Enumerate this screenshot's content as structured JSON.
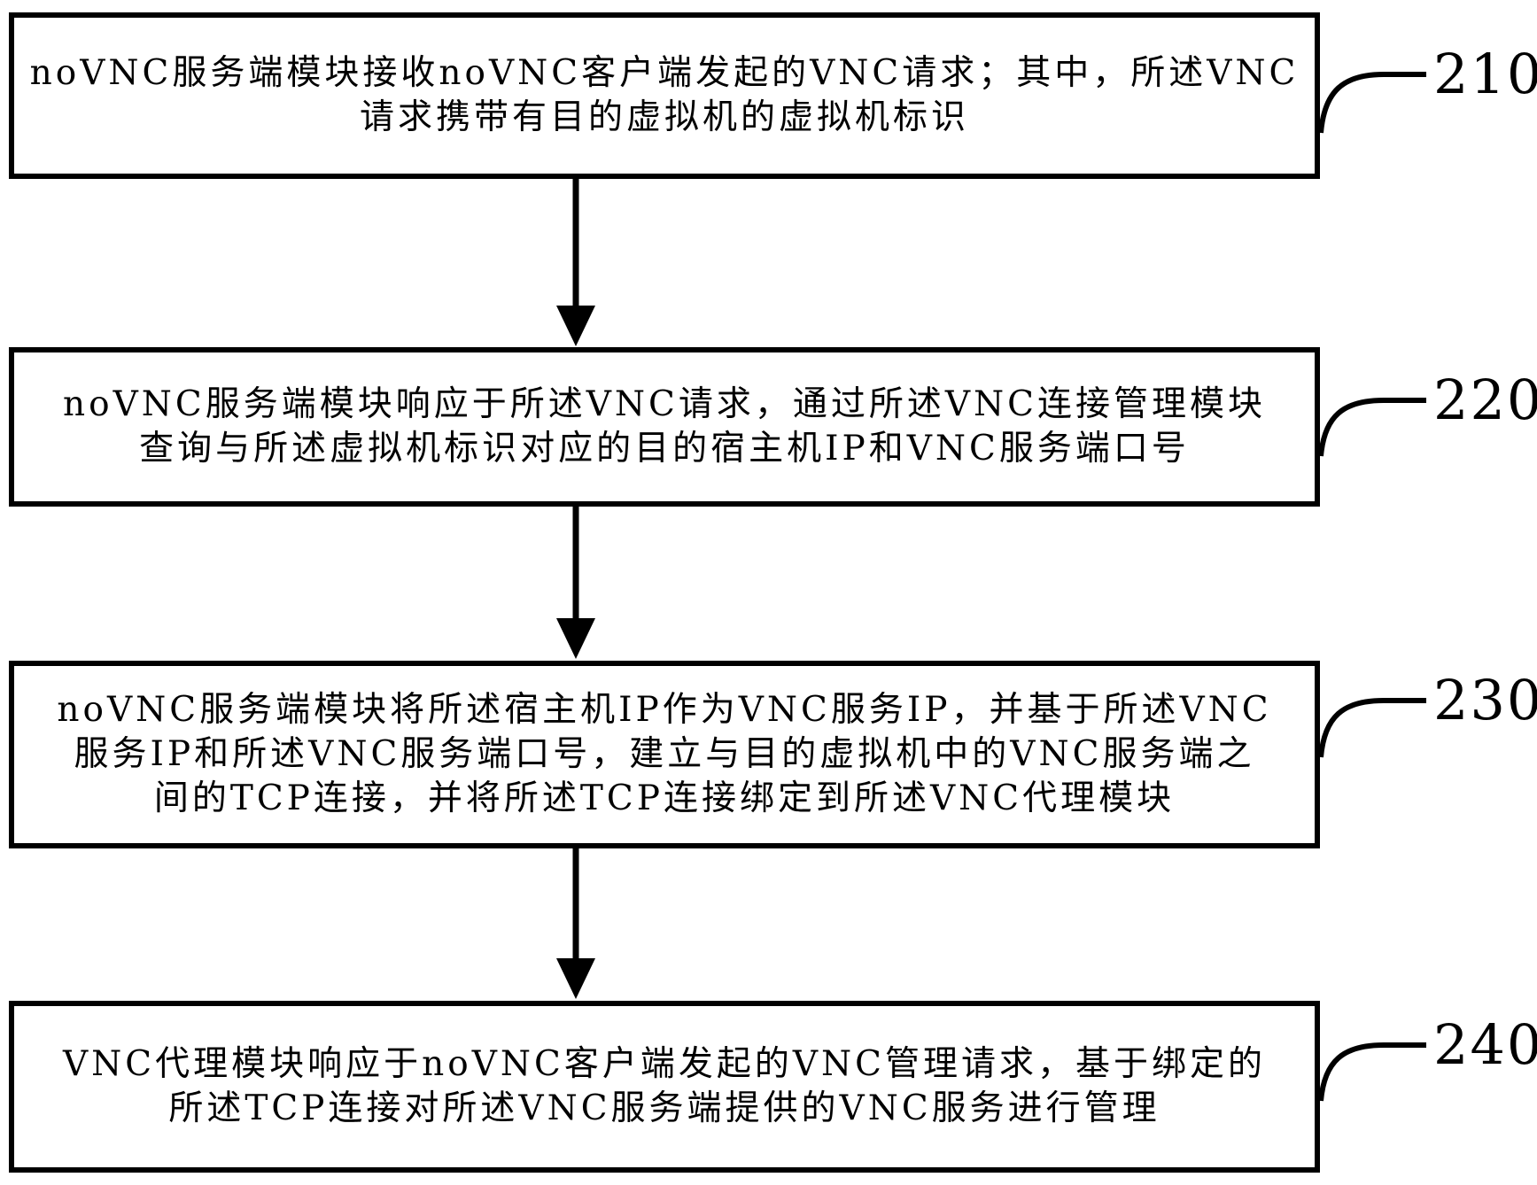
{
  "colors": {
    "ink": "#000000",
    "background": "#ffffff"
  },
  "steps": [
    {
      "label": "210",
      "lines": [
        "noVNC服务端模块接收noVNC客户端发起的VNC请求；其中，所述VNC",
        "请求携带有目的虚拟机的虚拟机标识"
      ]
    },
    {
      "label": "220",
      "lines": [
        "noVNC服务端模块响应于所述VNC请求，通过所述VNC连接管理模块",
        "查询与所述虚拟机标识对应的目的宿主机IP和VNC服务端口号"
      ]
    },
    {
      "label": "230",
      "lines": [
        "noVNC服务端模块将所述宿主机IP作为VNC服务IP，并基于所述VNC",
        "服务IP和所述VNC服务端口号，建立与目的虚拟机中的VNC服务端之",
        "间的TCP连接，并将所述TCP连接绑定到所述VNC代理模块"
      ]
    },
    {
      "label": "240",
      "lines": [
        "VNC代理模块响应于noVNC客户端发起的VNC管理请求，基于绑定的",
        "所述TCP连接对所述VNC服务端提供的VNC服务进行管理"
      ]
    }
  ]
}
